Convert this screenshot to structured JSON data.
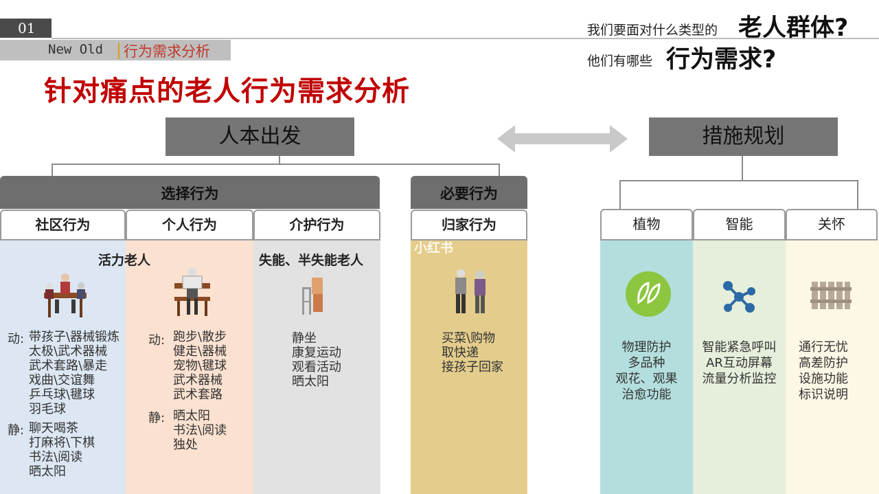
{
  "header": {
    "page_number": "01",
    "tag_en": "New Old",
    "tag_cn": "行为需求分析",
    "title": "针对痛点的老人行为需求分析",
    "question1_small": "我们要面对什么类型的",
    "question1_big": "老人群体?",
    "question2_small": "他们有哪些",
    "question2_big": "行为需求?"
  },
  "left_root": "人本出发",
  "right_root": "措施规划",
  "groups": {
    "select": "选择行为",
    "necessary": "必要行为"
  },
  "categories": {
    "community": "社区行为",
    "personal": "个人行为",
    "care": "介护行为",
    "home": "归家行为",
    "plant": "植物",
    "smart": "智能",
    "care2": "关怀"
  },
  "segments": {
    "active": "活力老人",
    "disabled": "失能、半失能老人"
  },
  "watermark": "小红书",
  "columns": {
    "community": {
      "dong_label": "动:",
      "dong": [
        "带孩子\\器械锻炼",
        "太极\\武术器械",
        "武术套路\\暴走",
        "戏曲\\交谊舞",
        "乒乓球\\毽球",
        "羽毛球"
      ],
      "jing_label": "静:",
      "jing": [
        "聊天喝茶",
        "打麻将\\下棋",
        "书法\\阅读",
        "晒太阳"
      ]
    },
    "personal": {
      "dong_label": "动:",
      "dong": [
        "跑步\\散步",
        "健走\\器械",
        "宠物\\毽球",
        "武术器械",
        "武术套路"
      ],
      "jing_label": "静:",
      "jing": [
        "晒太阳",
        "书法\\阅读",
        "独处"
      ]
    },
    "care": {
      "items": [
        "静坐",
        "康复运动",
        "观看活动",
        "晒太阳"
      ]
    },
    "home": {
      "items": [
        "买菜\\购物",
        "取快递",
        "接孩子回家"
      ]
    },
    "plant": {
      "items": [
        "物理防护",
        "多品种",
        "观花、观果",
        "治愈功能"
      ]
    },
    "smart": {
      "items": [
        "智能紧急呼叫",
        "AR互动屏幕",
        "流量分析监控"
      ]
    },
    "care2": {
      "items": [
        "通行无忧",
        "高差防护",
        "设施功能",
        "标识说明"
      ]
    }
  },
  "colors": {
    "community_bg": "#dce7f3",
    "personal_bg": "#fbe1d0",
    "care_bg": "#e2e2e2",
    "home_bg": "#e4cd8c",
    "plant_bg": "#b3dedd",
    "smart_bg": "#e6efdb",
    "care2_bg": "#fdf7e5",
    "title_red": "#c00000"
  }
}
